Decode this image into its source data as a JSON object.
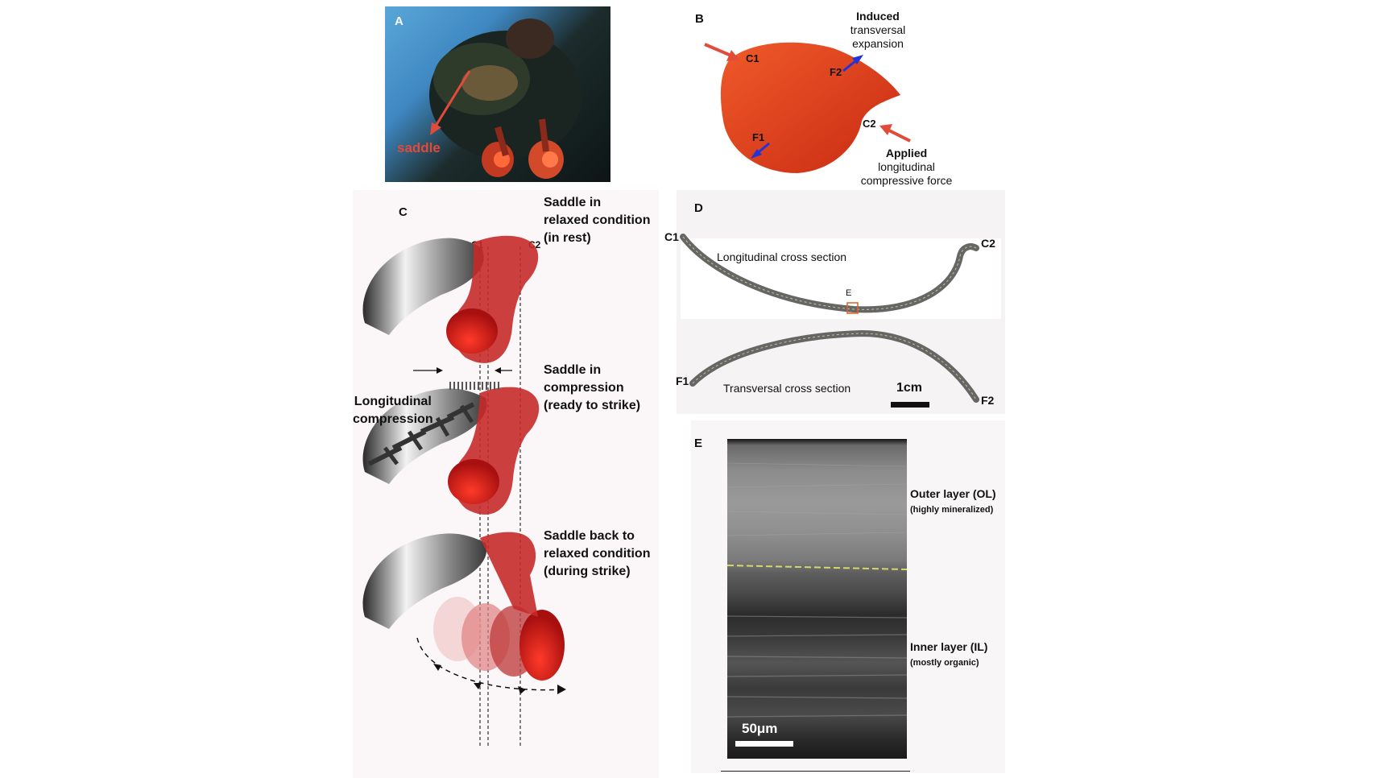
{
  "panels": {
    "a": {
      "letter": "A",
      "arrow_label": "saddle"
    },
    "b": {
      "letter": "B",
      "induced_title": "Induced",
      "induced_line2": "transversal",
      "induced_line3": "expansion",
      "applied_title": "Applied",
      "applied_line2": "longitudinal",
      "applied_line3": "compressive force",
      "point_c1": "C1",
      "point_c2": "C2",
      "point_f1": "F1",
      "point_f2": "F2"
    },
    "c": {
      "letter": "C",
      "guide_c1": "C1",
      "guide_c2": "C2",
      "state1_l1": "Saddle in",
      "state1_l2": "relaxed condition",
      "state1_l3": "(in rest)",
      "state2_l1": "Saddle in",
      "state2_l2": "compression",
      "state2_l3": "(ready to strike)",
      "state3_l1": "Saddle back to",
      "state3_l2": "relaxed condition",
      "state3_l3": "(during strike)",
      "compression_l1": "Longitudinal",
      "compression_l2": "compression"
    },
    "d": {
      "letter": "D",
      "end_c1": "C1",
      "end_c2": "C2",
      "end_f1": "F1",
      "end_f2": "F2",
      "longitudinal_label": "Longitudinal cross section",
      "transversal_label": "Transversal cross section",
      "e_marker": "E",
      "scale_bar": "1cm"
    },
    "e": {
      "letter": "E",
      "outer_title": "Outer layer (OL)",
      "outer_sub": "(highly mineralized)",
      "inner_title": "Inner layer (IL)",
      "inner_sub": "(mostly organic)",
      "scale_bar": "50μm"
    }
  },
  "colors": {
    "red_arrow": "#e24a3a",
    "blue_arrow": "#2234d8",
    "saddle_red": "#d9301a",
    "scale_black": "#111111"
  }
}
